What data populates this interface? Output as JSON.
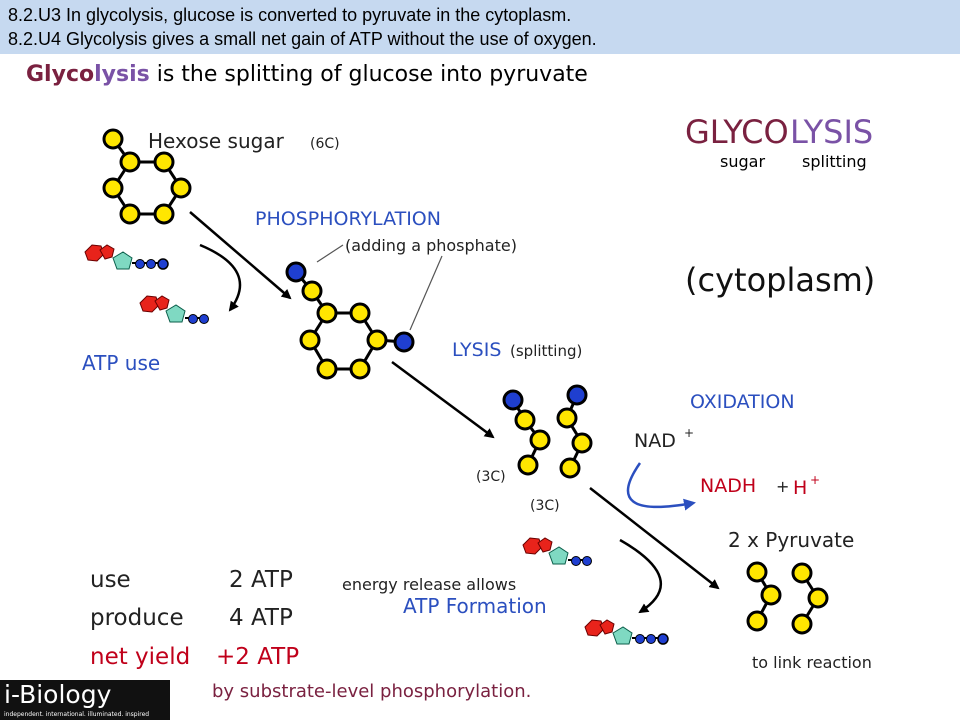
{
  "header": {
    "line1": "8.2.U3 In glycolysis, glucose is converted to pyruvate in the cytoplasm.",
    "line2": "8.2.U4 Glycolysis gives a small net gain of ATP without the use of oxygen."
  },
  "subtitle": {
    "glyco": "Glyco",
    "lysis": "lysis",
    "rest": " is the splitting of glucose into pyruvate"
  },
  "title": {
    "glyco": "GLYCO",
    "lysis": "LYSIS",
    "sugar": "sugar",
    "splitting": "splitting",
    "location": "(cytoplasm)"
  },
  "labels": {
    "hexose": "Hexose sugar",
    "hexose_carbons": "(6C)",
    "phosphorylation": "PHOSPHORYLATION",
    "adding_phosphate": "(adding a phosphate)",
    "atp_use": "ATP use",
    "lysis": "LYSIS",
    "lysis_note": "(splitting)",
    "c3_left": "(3C)",
    "c3_right": "(3C)",
    "oxidation": "OXIDATION",
    "nad": "NAD",
    "nad_charge": "+",
    "nadh": "NADH",
    "plus": "+",
    "h": "H",
    "h_charge": "+",
    "pyruvate": "2 x Pyruvate",
    "link_reaction": "to link reaction",
    "energy_release": "energy release allows",
    "atp_formation": "ATP Formation",
    "substrate_level": "by substrate-level phosphorylation."
  },
  "summary": {
    "use_label": "use",
    "use_value": "2 ATP",
    "produce_label": "produce",
    "produce_value": "4 ATP",
    "net_label": "net yield",
    "net_value": "+2 ATP"
  },
  "logo": {
    "name": "i-Biology",
    "tagline": "independent. international. illuminated. inspired"
  },
  "colors": {
    "header_bg": "#c6d9f0",
    "carbon_fill": "#ffe600",
    "phosphate_fill": "#1f3fd0",
    "blue_text": "#2b4fbf",
    "red_text": "#c0001a",
    "maroon": "#7a2140",
    "purple": "#7a52a6"
  }
}
